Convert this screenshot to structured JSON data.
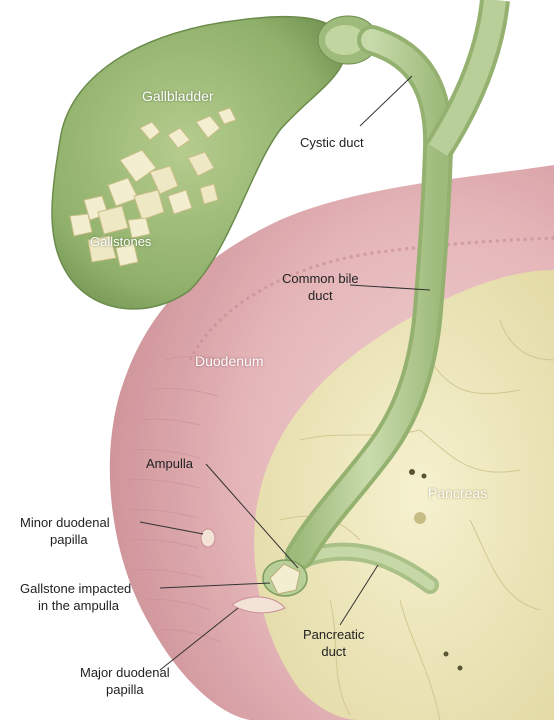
{
  "labels": {
    "gallbladder": "Gallbladder",
    "gallstones": "Gallstones",
    "cystic_duct": "Cystic duct",
    "common_bile_duct": [
      "Common bile",
      "duct"
    ],
    "duodenum": "Duodenum",
    "pancreas": "Pancreas",
    "ampulla": "Ampulla",
    "minor_papilla": [
      "Minor duodenal",
      "papilla"
    ],
    "impacted_gallstone": [
      "Gallstone impacted",
      "in the ampulla"
    ],
    "major_papilla": [
      "Major duodenal",
      "papilla"
    ],
    "pancreatic_duct": [
      "Pancreatic",
      "duct"
    ]
  },
  "colors": {
    "gallbladder": "#8fb06a",
    "bile_duct": "#b9cf99",
    "duodenum": "#e2b1b6",
    "pancreas": "#ece6b8",
    "stones": "#f1ebc9"
  }
}
